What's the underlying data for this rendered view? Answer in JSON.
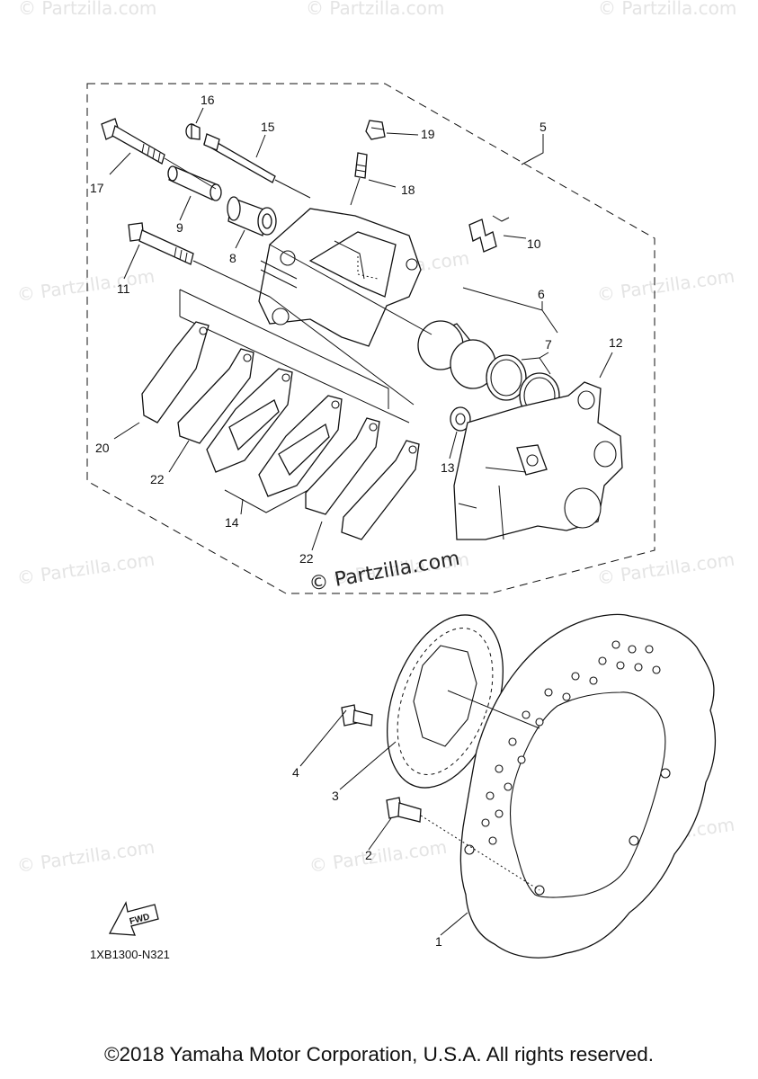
{
  "watermarks": [
    "© Partzilla.com",
    "© Partzilla.com",
    "© Partzilla.com",
    "© Partzilla.com",
    "© Partzilla.com",
    "© Partzilla.com",
    "© Partzilla.com",
    "© Partzilla.com",
    "© Partzilla.com",
    "© Partzilla.com",
    "© Partzilla.com",
    "© Partzilla.com"
  ],
  "center_watermark": "© Partzilla.com",
  "callouts": {
    "n1": "1",
    "n2": "2",
    "n3": "3",
    "n4": "4",
    "n5": "5",
    "n6": "6",
    "n7": "7",
    "n8": "8",
    "n9": "9",
    "n10": "10",
    "n11": "11",
    "n12": "12",
    "n13": "13",
    "n14": "14",
    "n15": "15",
    "n16": "16",
    "n17": "17",
    "n18": "18",
    "n19": "19",
    "n20": "20",
    "n22a": "22",
    "n22b": "22"
  },
  "fwd_label": "FWD",
  "diagram_code": "1XB1300-N321",
  "copyright": "©2018 Yamaha Motor Corporation, U.S.A. All rights reserved."
}
